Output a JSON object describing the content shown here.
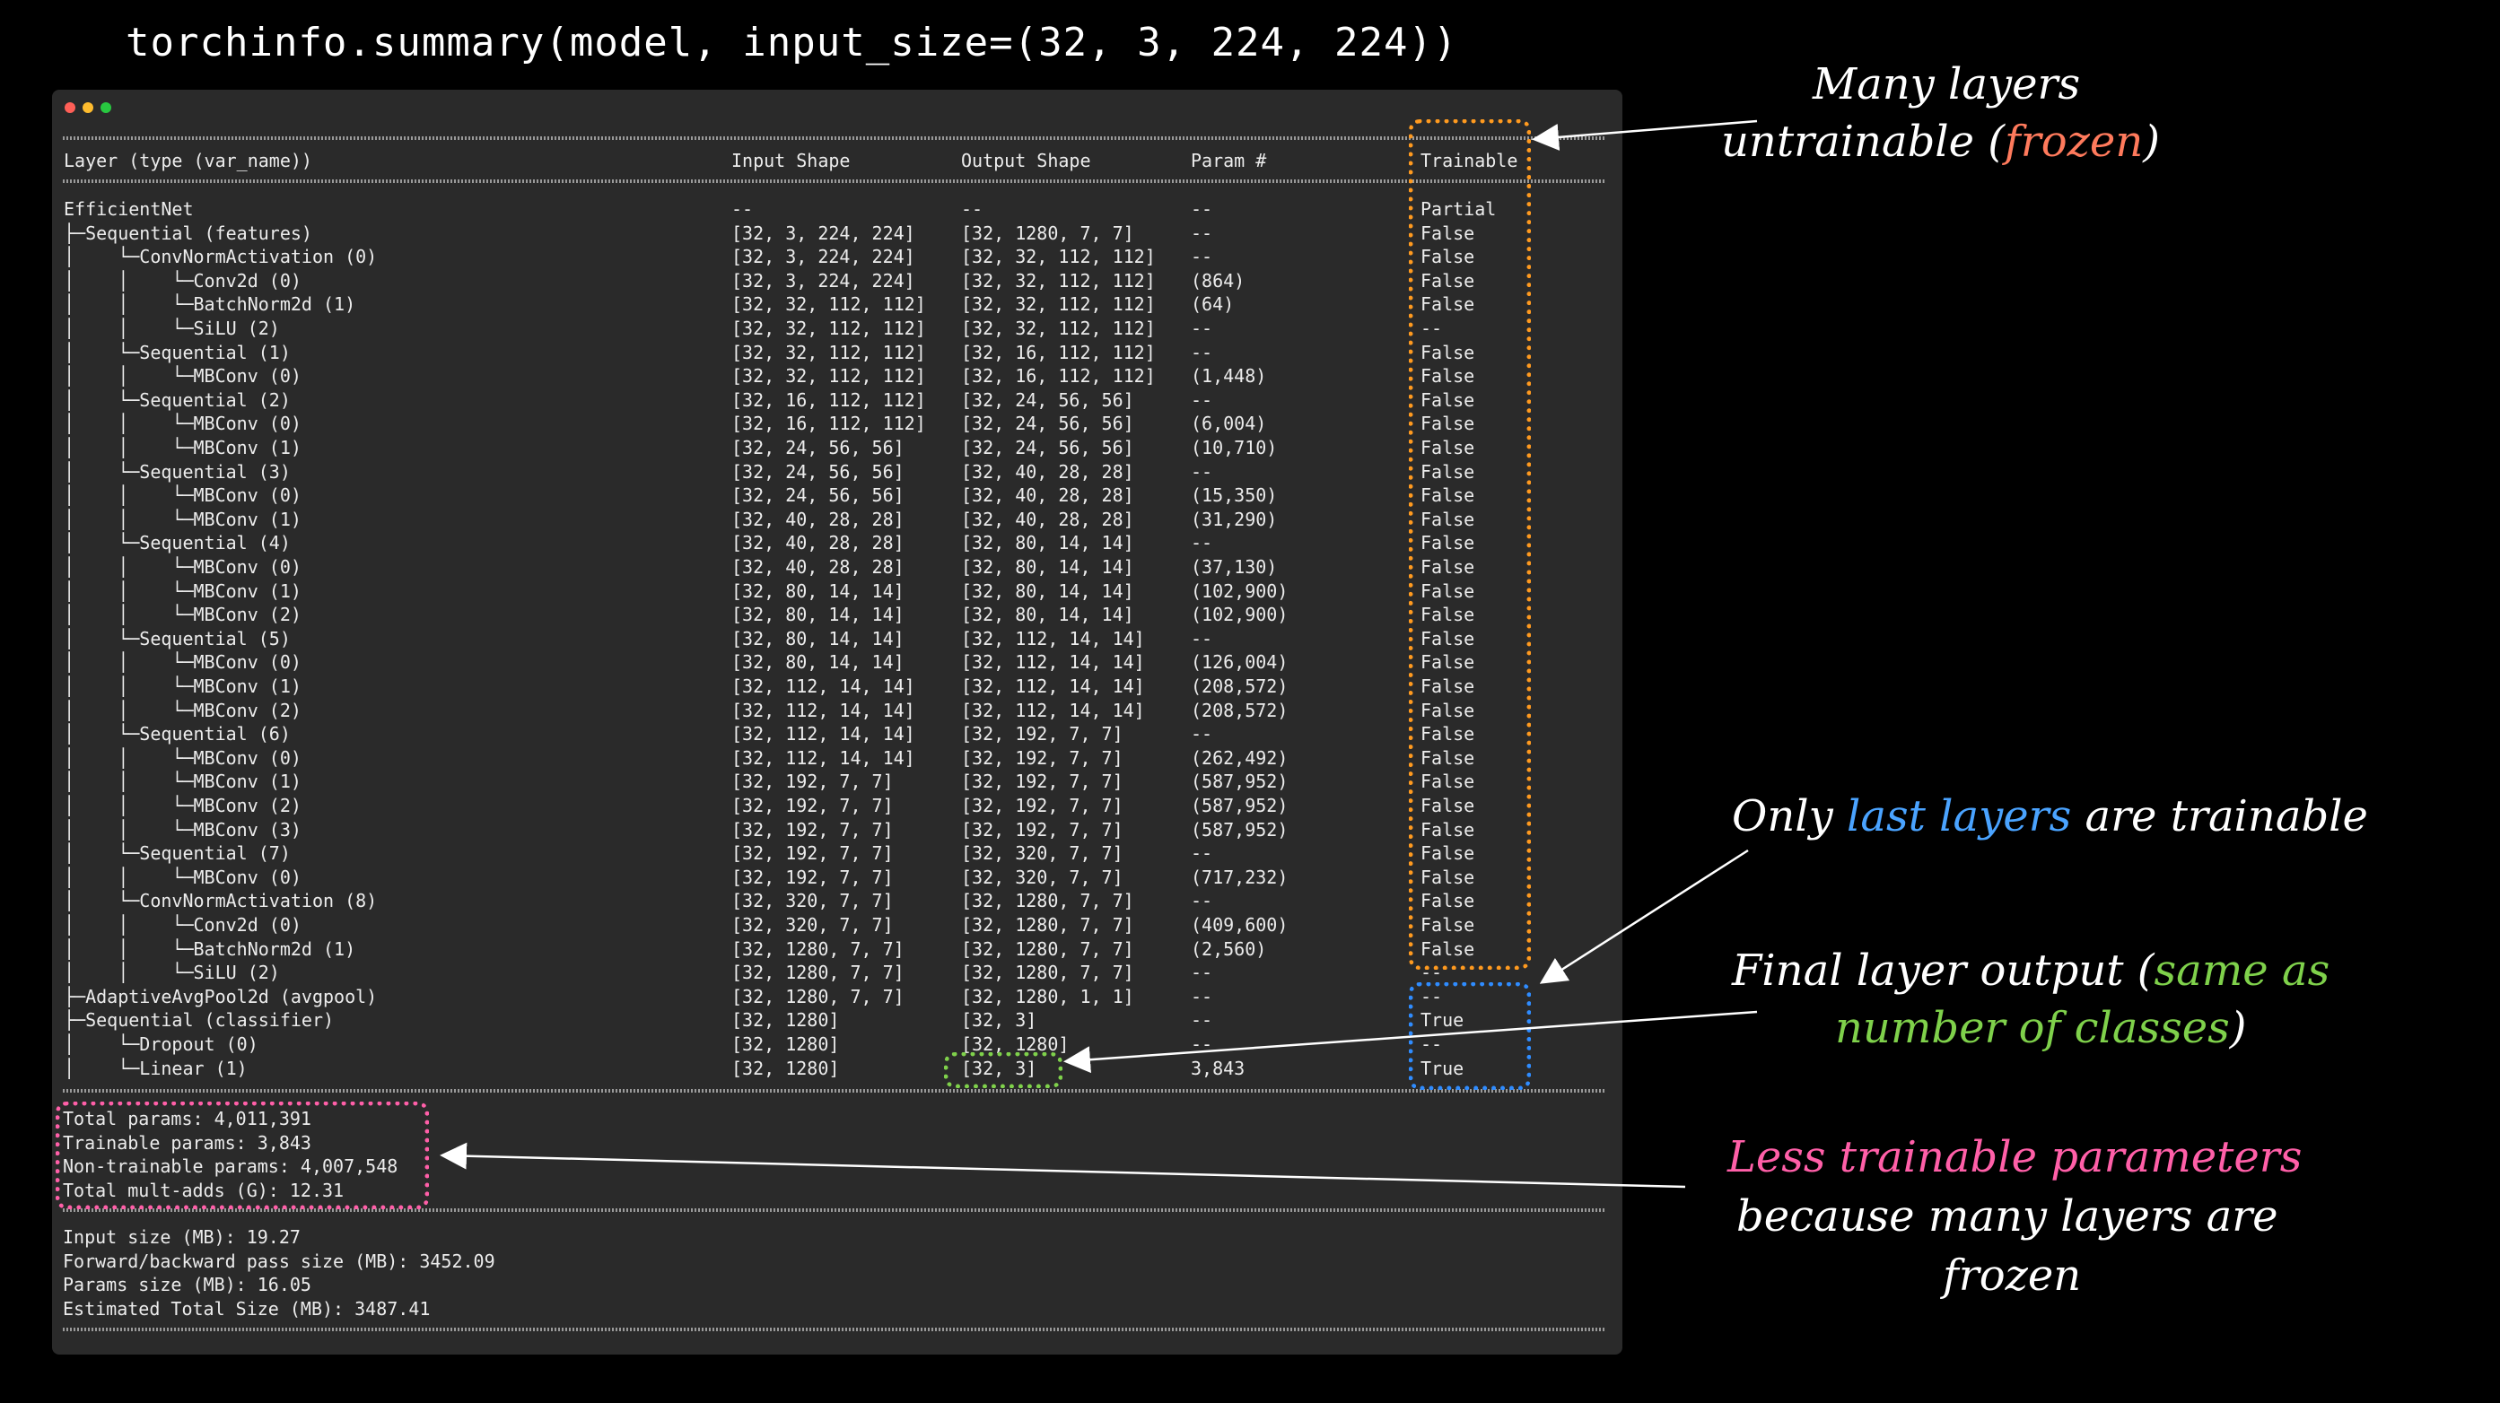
{
  "title": "torchinfo.summary(model, input_size=(32, 3, 224, 224))",
  "window": {
    "buttons": [
      "close",
      "minimize",
      "maximize"
    ]
  },
  "header": {
    "layer": "Layer (type (var_name))",
    "input": "Input Shape",
    "output": "Output Shape",
    "param": "Param #",
    "trainable": "Trainable"
  },
  "rows": [
    {
      "layer": "EfficientNet",
      "input": "--",
      "output": "--",
      "param": "--",
      "trainable": "Partial"
    },
    {
      "layer": "├─Sequential (features)",
      "input": "[32, 3, 224, 224]",
      "output": "[32, 1280, 7, 7]",
      "param": "--",
      "trainable": "False"
    },
    {
      "layer": "│    └─ConvNormActivation (0)",
      "input": "[32, 3, 224, 224]",
      "output": "[32, 32, 112, 112]",
      "param": "--",
      "trainable": "False"
    },
    {
      "layer": "│    │    └─Conv2d (0)",
      "input": "[32, 3, 224, 224]",
      "output": "[32, 32, 112, 112]",
      "param": "(864)",
      "trainable": "False"
    },
    {
      "layer": "│    │    └─BatchNorm2d (1)",
      "input": "[32, 32, 112, 112]",
      "output": "[32, 32, 112, 112]",
      "param": "(64)",
      "trainable": "False"
    },
    {
      "layer": "│    │    └─SiLU (2)",
      "input": "[32, 32, 112, 112]",
      "output": "[32, 32, 112, 112]",
      "param": "--",
      "trainable": "--"
    },
    {
      "layer": "│    └─Sequential (1)",
      "input": "[32, 32, 112, 112]",
      "output": "[32, 16, 112, 112]",
      "param": "--",
      "trainable": "False"
    },
    {
      "layer": "│    │    └─MBConv (0)",
      "input": "[32, 32, 112, 112]",
      "output": "[32, 16, 112, 112]",
      "param": "(1,448)",
      "trainable": "False"
    },
    {
      "layer": "│    └─Sequential (2)",
      "input": "[32, 16, 112, 112]",
      "output": "[32, 24, 56, 56]",
      "param": "--",
      "trainable": "False"
    },
    {
      "layer": "│    │    └─MBConv (0)",
      "input": "[32, 16, 112, 112]",
      "output": "[32, 24, 56, 56]",
      "param": "(6,004)",
      "trainable": "False"
    },
    {
      "layer": "│    │    └─MBConv (1)",
      "input": "[32, 24, 56, 56]",
      "output": "[32, 24, 56, 56]",
      "param": "(10,710)",
      "trainable": "False"
    },
    {
      "layer": "│    └─Sequential (3)",
      "input": "[32, 24, 56, 56]",
      "output": "[32, 40, 28, 28]",
      "param": "--",
      "trainable": "False"
    },
    {
      "layer": "│    │    └─MBConv (0)",
      "input": "[32, 24, 56, 56]",
      "output": "[32, 40, 28, 28]",
      "param": "(15,350)",
      "trainable": "False"
    },
    {
      "layer": "│    │    └─MBConv (1)",
      "input": "[32, 40, 28, 28]",
      "output": "[32, 40, 28, 28]",
      "param": "(31,290)",
      "trainable": "False"
    },
    {
      "layer": "│    └─Sequential (4)",
      "input": "[32, 40, 28, 28]",
      "output": "[32, 80, 14, 14]",
      "param": "--",
      "trainable": "False"
    },
    {
      "layer": "│    │    └─MBConv (0)",
      "input": "[32, 40, 28, 28]",
      "output": "[32, 80, 14, 14]",
      "param": "(37,130)",
      "trainable": "False"
    },
    {
      "layer": "│    │    └─MBConv (1)",
      "input": "[32, 80, 14, 14]",
      "output": "[32, 80, 14, 14]",
      "param": "(102,900)",
      "trainable": "False"
    },
    {
      "layer": "│    │    └─MBConv (2)",
      "input": "[32, 80, 14, 14]",
      "output": "[32, 80, 14, 14]",
      "param": "(102,900)",
      "trainable": "False"
    },
    {
      "layer": "│    └─Sequential (5)",
      "input": "[32, 80, 14, 14]",
      "output": "[32, 112, 14, 14]",
      "param": "--",
      "trainable": "False"
    },
    {
      "layer": "│    │    └─MBConv (0)",
      "input": "[32, 80, 14, 14]",
      "output": "[32, 112, 14, 14]",
      "param": "(126,004)",
      "trainable": "False"
    },
    {
      "layer": "│    │    └─MBConv (1)",
      "input": "[32, 112, 14, 14]",
      "output": "[32, 112, 14, 14]",
      "param": "(208,572)",
      "trainable": "False"
    },
    {
      "layer": "│    │    └─MBConv (2)",
      "input": "[32, 112, 14, 14]",
      "output": "[32, 112, 14, 14]",
      "param": "(208,572)",
      "trainable": "False"
    },
    {
      "layer": "│    └─Sequential (6)",
      "input": "[32, 112, 14, 14]",
      "output": "[32, 192, 7, 7]",
      "param": "--",
      "trainable": "False"
    },
    {
      "layer": "│    │    └─MBConv (0)",
      "input": "[32, 112, 14, 14]",
      "output": "[32, 192, 7, 7]",
      "param": "(262,492)",
      "trainable": "False"
    },
    {
      "layer": "│    │    └─MBConv (1)",
      "input": "[32, 192, 7, 7]",
      "output": "[32, 192, 7, 7]",
      "param": "(587,952)",
      "trainable": "False"
    },
    {
      "layer": "│    │    └─MBConv (2)",
      "input": "[32, 192, 7, 7]",
      "output": "[32, 192, 7, 7]",
      "param": "(587,952)",
      "trainable": "False"
    },
    {
      "layer": "│    │    └─MBConv (3)",
      "input": "[32, 192, 7, 7]",
      "output": "[32, 192, 7, 7]",
      "param": "(587,952)",
      "trainable": "False"
    },
    {
      "layer": "│    └─Sequential (7)",
      "input": "[32, 192, 7, 7]",
      "output": "[32, 320, 7, 7]",
      "param": "--",
      "trainable": "False"
    },
    {
      "layer": "│    │    └─MBConv (0)",
      "input": "[32, 192, 7, 7]",
      "output": "[32, 320, 7, 7]",
      "param": "(717,232)",
      "trainable": "False"
    },
    {
      "layer": "│    └─ConvNormActivation (8)",
      "input": "[32, 320, 7, 7]",
      "output": "[32, 1280, 7, 7]",
      "param": "--",
      "trainable": "False"
    },
    {
      "layer": "│    │    └─Conv2d (0)",
      "input": "[32, 320, 7, 7]",
      "output": "[32, 1280, 7, 7]",
      "param": "(409,600)",
      "trainable": "False"
    },
    {
      "layer": "│    │    └─BatchNorm2d (1)",
      "input": "[32, 1280, 7, 7]",
      "output": "[32, 1280, 7, 7]",
      "param": "(2,560)",
      "trainable": "False"
    },
    {
      "layer": "│    │    └─SiLU (2)",
      "input": "[32, 1280, 7, 7]",
      "output": "[32, 1280, 7, 7]",
      "param": "--",
      "trainable": "--"
    },
    {
      "layer": "├─AdaptiveAvgPool2d (avgpool)",
      "input": "[32, 1280, 7, 7]",
      "output": "[32, 1280, 1, 1]",
      "param": "--",
      "trainable": "--"
    },
    {
      "layer": "├─Sequential (classifier)",
      "input": "[32, 1280]",
      "output": "[32, 3]",
      "param": "--",
      "trainable": "True"
    },
    {
      "layer": "│    └─Dropout (0)",
      "input": "[32, 1280]",
      "output": "[32, 1280]",
      "param": "--",
      "trainable": "--"
    },
    {
      "layer": "│    └─Linear (1)",
      "input": "[32, 1280]",
      "output": "[32, 3]",
      "param": "3,843",
      "trainable": "True"
    }
  ],
  "params_summary": [
    "Total params: 4,011,391",
    "Trainable params: 3,843",
    "Non-trainable params: 4,007,548",
    "Total mult-adds (G): 12.31"
  ],
  "size_summary": [
    "Input size (MB): 19.27",
    "Forward/backward pass size (MB): 3452.09",
    "Params size (MB): 16.05",
    "Estimated Total Size (MB): 3487.41"
  ],
  "annotations": {
    "frozen": {
      "line1": "Many layers",
      "line2_pre": "untrainable (",
      "line2_hl": "frozen",
      "line2_post": ")",
      "color": "#ff7a5c"
    },
    "last": {
      "pre": "Only ",
      "hl": "last layers",
      "post": " are trainable",
      "color": "#4aa3ff"
    },
    "final": {
      "line1_pre": "Final layer output (",
      "line1_hl": "same as",
      "line2_hl": "number of classes",
      "line2_post": ")",
      "color": "#7fd14b"
    },
    "less": {
      "line1": "Less trainable parameters",
      "line2": "because many layers are",
      "line3": "frozen",
      "color": "#ff5fa8"
    }
  },
  "colors": {
    "orange_box": "#ff9a1f",
    "blue_box": "#2f8cff",
    "green_box": "#7fd14b",
    "pink_box": "#ff5fa8",
    "terminal_bg": "#2a2a2a"
  }
}
